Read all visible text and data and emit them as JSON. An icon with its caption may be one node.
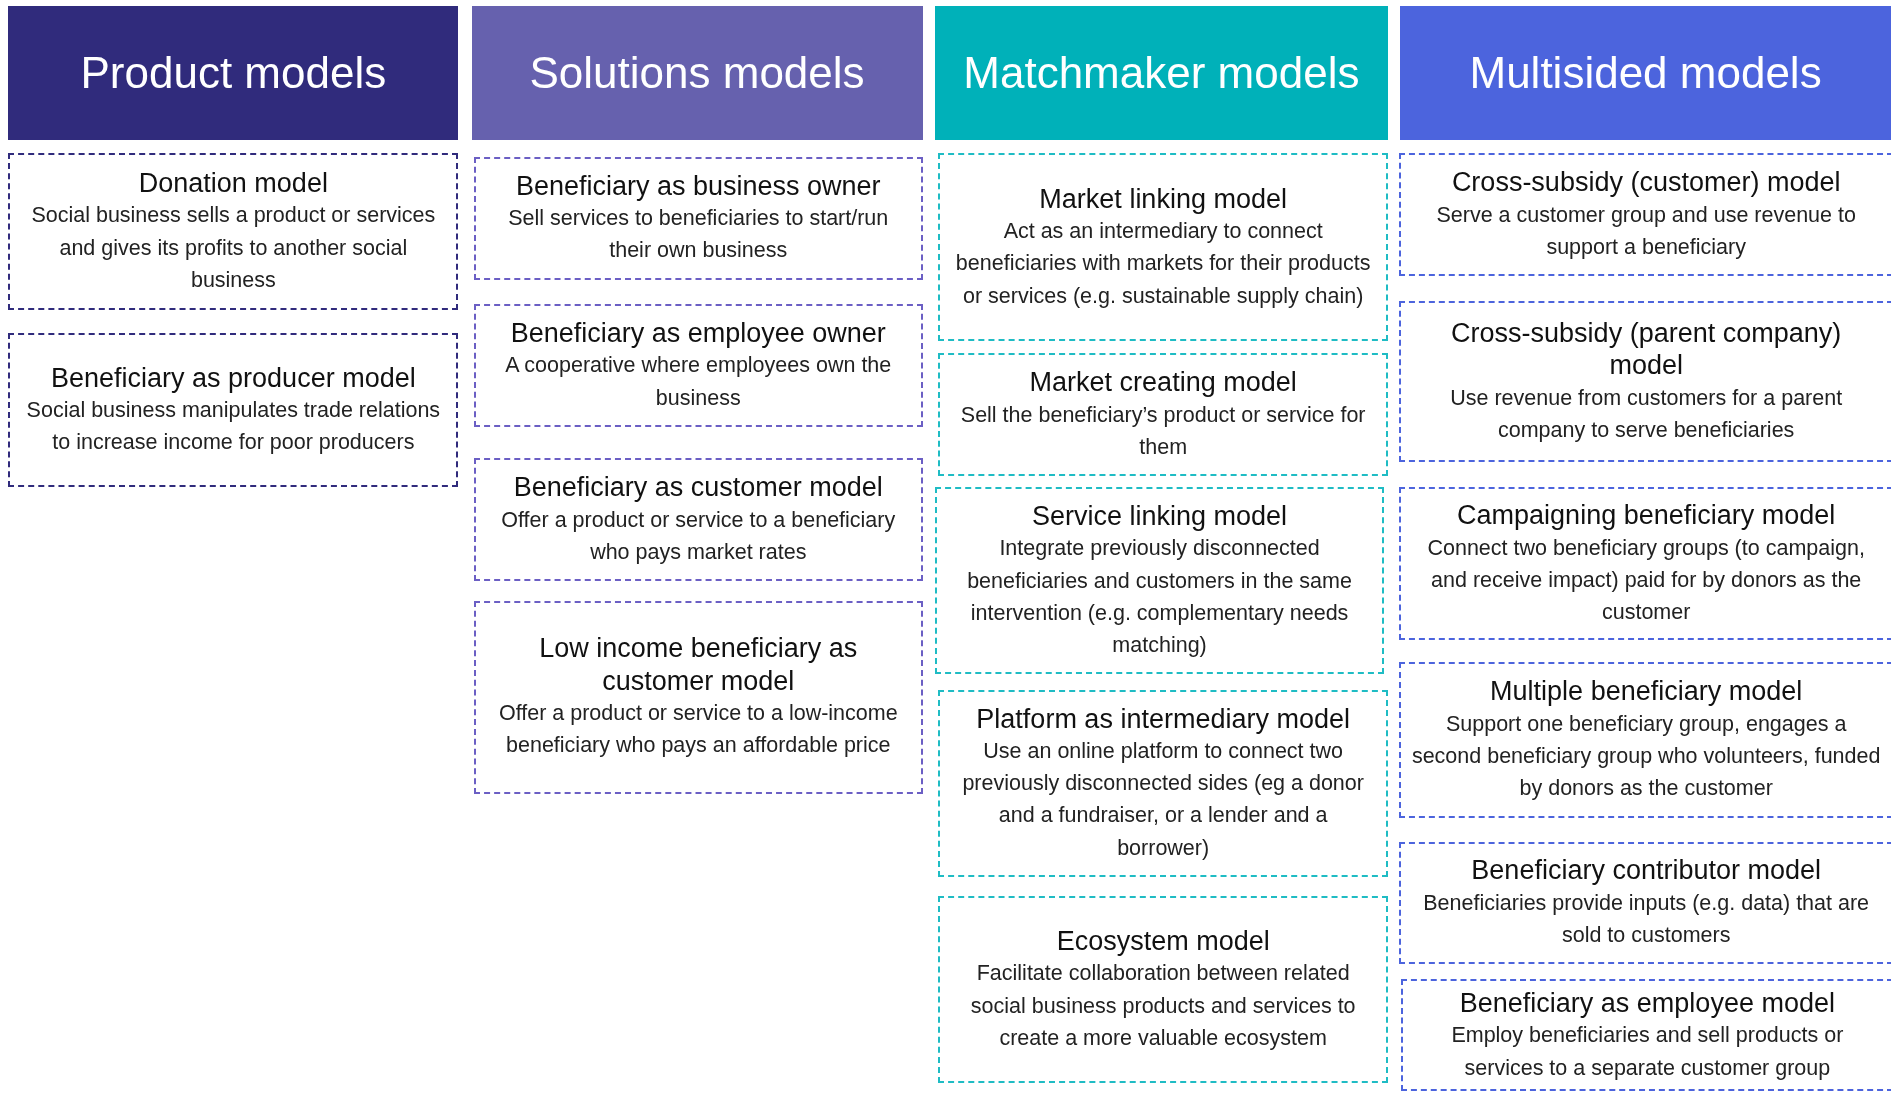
{
  "diagram": {
    "nodes": [
      {
        "text": [
          "Product models"
        ]
      },
      {
        "text": [
          "Donation model",
          "Social business sells a product or services and gives its profits to another social business"
        ]
      },
      {
        "text": [
          "Beneficiary as producer model",
          "Social business manipulates trade relations to increase income for poor producers"
        ]
      },
      {
        "text": [
          "Solutions models"
        ]
      },
      {
        "text": [
          "Beneficiary as business owner",
          "Sell services to beneficiaries to start/run their own business"
        ]
      },
      {
        "text": [
          "Beneficiary as employee owner",
          "A cooperative where employees own the business"
        ]
      },
      {
        "text": [
          "Beneficiary as customer model",
          "Offer a product or service to a beneficiary who pays market rates"
        ]
      },
      {
        "text": [
          "Low income beneficiary as customer model",
          "Offer a product or service to a low-income beneficiary who pays an affordable price"
        ]
      },
      {
        "text": [
          "Matchmaker models"
        ]
      },
      {
        "text": [
          "Market linking model",
          "Act as an intermediary to connect beneficiaries with markets for their products or services (e.g. sustainable supply chain)"
        ]
      },
      {
        "text": [
          "Market creating model",
          "Sell the beneficiary’s product or service for them"
        ]
      },
      {
        "text": [
          "Service linking model",
          "Integrate previously disconnected beneficiaries and customers in the same intervention (e.g. complementary needs matching)"
        ]
      },
      {
        "text": [
          "Platform as intermediary model",
          "Use an online platform to connect two previously disconnected sides (eg a donor and a fundraiser, or a lender and a borrower)"
        ]
      },
      {
        "text": [
          "Ecosystem model",
          "Facilitate collaboration between related social business products and services to create a more valuable ecosystem"
        ]
      },
      {
        "text": [
          "Multisided models"
        ]
      },
      {
        "text": [
          "Cross-subsidy (customer) model",
          "Serve a customer group and use revenue to support a beneficiary"
        ]
      },
      {
        "text": [
          "Cross-subsidy (parent company) model",
          "Use revenue from customers for a parent company to serve beneficiaries"
        ]
      },
      {
        "text": [
          "Campaigning beneficiary model",
          "Connect two beneficiary groups (to campaign, and receive impact) paid for by donors as the customer"
        ]
      },
      {
        "text": [
          "Multiple beneficiary model",
          "Support one beneficiary group, engages a second beneficiary group who volunteers, funded by donors as the customer"
        ]
      },
      {
        "text": [
          "Beneficiary contributor model",
          "Beneficiaries provide inputs (e.g. data) that are sold to customers"
        ]
      },
      {
        "text": [
          "Beneficiary as employee model",
          "Employ beneficiaries and sell products or services to a separate customer group"
        ]
      }
    ]
  }
}
